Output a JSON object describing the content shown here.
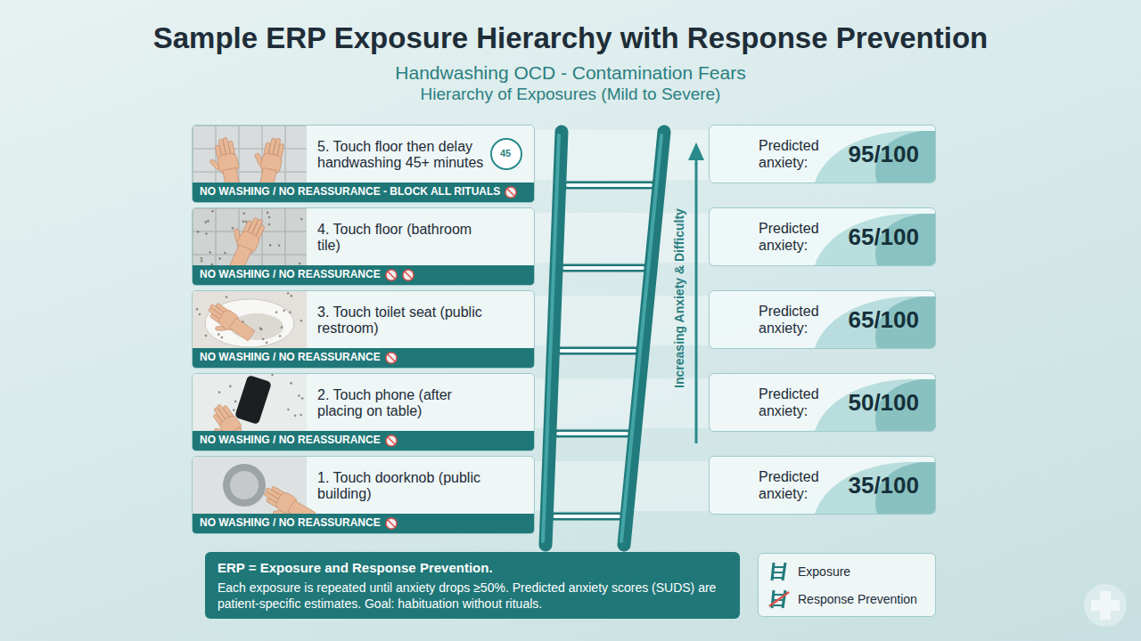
{
  "diagram": {
    "title": "Sample ERP Exposure Hierarchy with Response Prevention",
    "nodes": [
      {
        "text": [
          "5. Touch floor then delay handwashing 45+ minutes",
          "NO WASHING / NO REASSURANCE - BLOCK ALL RITUALS"
        ]
      },
      {
        "text": [
          "Predicted anxiety:",
          "95/100"
        ]
      },
      {
        "text": [
          "4. Touch floor (bathroom tile)",
          "NO WASHING / NO REASSURANCE"
        ]
      },
      {
        "text": [
          "Predicted anxiety:",
          "65/100"
        ]
      },
      {
        "text": [
          "3. Touch toilet seat (public restroom)",
          "NO WASHING / NO REASSURANCE"
        ]
      },
      {
        "text": [
          "Predicted anxiety:",
          "65/100"
        ]
      },
      {
        "text": [
          "2. Touch phone (after placing on table)",
          "NO WASHING / NO REASSURANCE"
        ]
      },
      {
        "text": [
          "Predicted anxiety:",
          "50/100"
        ]
      },
      {
        "text": [
          "1. Touch doorknob (public building)",
          "NO WASHING / NO REASSURANCE"
        ]
      },
      {
        "text": [
          "Predicted anxiety:",
          "35/100"
        ]
      },
      {
        "text": [
          "ERP = Exposure and Response Prevention.",
          "Each exposure is repeated until anxiety drops ≥50%. Predicted anxiety scores (SUDS) are patient-specific estimates. Goal: habituation without rituals."
        ]
      }
    ],
    "labels": [
      "Handwashing OCD - Contamination Fears",
      "Hierarchy of Exposures (Mild to Severe)",
      "45",
      "Increasing Anxiety & Difficulty"
    ],
    "legend": [
      {
        "text": "Exposure"
      },
      {
        "text": "Response Prevention"
      }
    ]
  }
}
